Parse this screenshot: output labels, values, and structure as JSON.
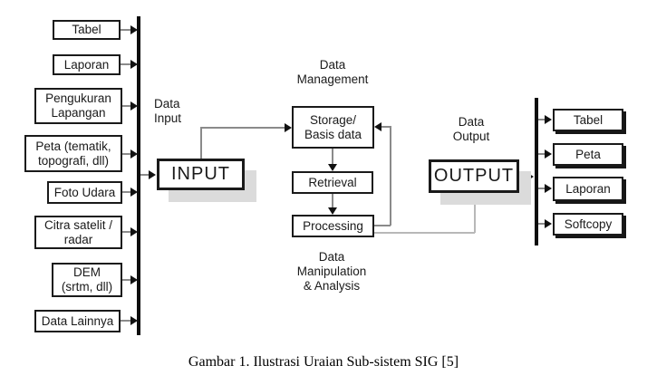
{
  "diagram": {
    "input_sources": [
      "Tabel",
      "Laporan",
      "Pengukuran\nLapangan",
      "Peta (tematik,\ntopografi, dll)",
      "Foto Udara",
      "Citra satelit /\nradar",
      "DEM\n(srtm, dll)",
      "Data Lainnya"
    ],
    "labels": {
      "data_input": "Data\nInput",
      "data_management": "Data\nManagement",
      "data_manipulation": "Data\nManipulation\n& Analysis",
      "data_output": "Data\nOutput"
    },
    "process": {
      "input": "INPUT",
      "storage": "Storage/\nBasis data",
      "retrieval": "Retrieval",
      "processing": "Processing",
      "output": "OUTPUT"
    },
    "output_types": [
      "Tabel",
      "Peta",
      "Laporan",
      "Softcopy"
    ]
  },
  "caption": "Gambar 1. Ilustrasi Uraian Sub-sistem SIG [5]",
  "colors": {
    "border": "#1a1a1a",
    "shadow_gray": "#dbdbdb",
    "connector_gray": "#8a8a8a",
    "arrowhead": "#111111"
  }
}
